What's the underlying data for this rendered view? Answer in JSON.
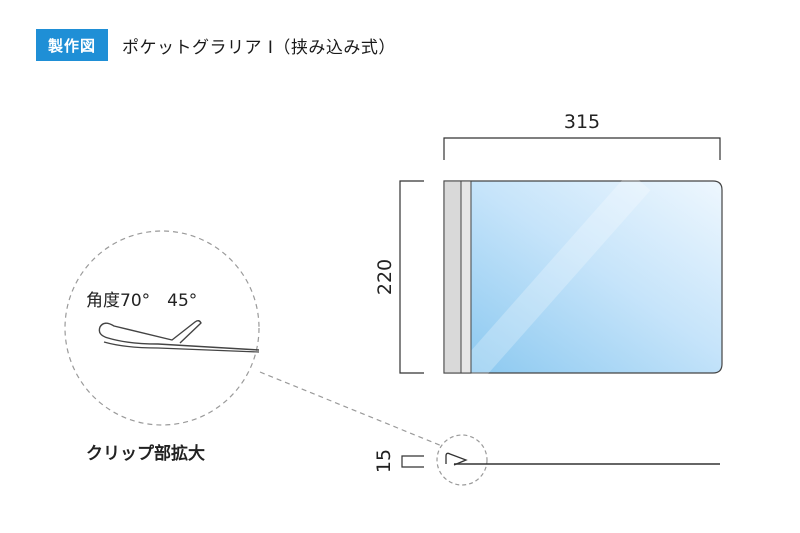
{
  "header": {
    "badge": "製作図",
    "title": "ポケットグラリア I（挟み込み式）"
  },
  "dimensions": {
    "width": "315",
    "height": "220",
    "depth": "15"
  },
  "detail": {
    "angle_label": "角度70°　45°",
    "caption": "クリップ部拡大"
  },
  "colors": {
    "badge": "#1f8fd6",
    "panel_light": "#e6f3fd",
    "panel_dark": "#8fcaf0",
    "clip_bar": "#d9d9d9"
  }
}
